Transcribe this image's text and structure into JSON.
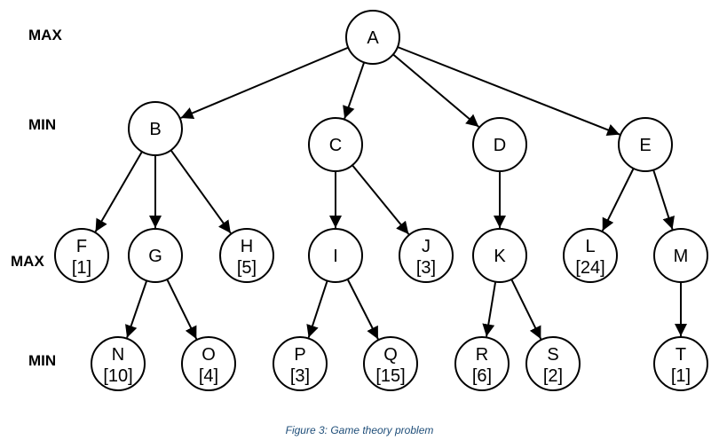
{
  "level_labels": [
    "MAX",
    "MIN",
    "MAX",
    "MIN"
  ],
  "caption": "Figure 3: Game theory problem",
  "nodes": [
    {
      "id": "A",
      "value": ""
    },
    {
      "id": "B",
      "value": ""
    },
    {
      "id": "C",
      "value": ""
    },
    {
      "id": "D",
      "value": ""
    },
    {
      "id": "E",
      "value": ""
    },
    {
      "id": "F",
      "value": "[1]"
    },
    {
      "id": "G",
      "value": ""
    },
    {
      "id": "H",
      "value": "[5]"
    },
    {
      "id": "I",
      "value": ""
    },
    {
      "id": "J",
      "value": "[3]"
    },
    {
      "id": "K",
      "value": ""
    },
    {
      "id": "L",
      "value": "[24]"
    },
    {
      "id": "M",
      "value": ""
    },
    {
      "id": "N",
      "value": "[10]"
    },
    {
      "id": "O",
      "value": "[4]"
    },
    {
      "id": "P",
      "value": "[3]"
    },
    {
      "id": "Q",
      "value": "[15]"
    },
    {
      "id": "R",
      "value": "[6]"
    },
    {
      "id": "S",
      "value": "[2]"
    },
    {
      "id": "T",
      "value": "[1]"
    }
  ],
  "edges": [
    [
      "A",
      "B"
    ],
    [
      "A",
      "C"
    ],
    [
      "A",
      "D"
    ],
    [
      "A",
      "E"
    ],
    [
      "B",
      "F"
    ],
    [
      "B",
      "G"
    ],
    [
      "B",
      "H"
    ],
    [
      "C",
      "I"
    ],
    [
      "C",
      "J"
    ],
    [
      "D",
      "K"
    ],
    [
      "E",
      "L"
    ],
    [
      "E",
      "M"
    ],
    [
      "G",
      "N"
    ],
    [
      "G",
      "O"
    ],
    [
      "I",
      "P"
    ],
    [
      "I",
      "Q"
    ],
    [
      "K",
      "R"
    ],
    [
      "K",
      "S"
    ],
    [
      "M",
      "T"
    ]
  ]
}
